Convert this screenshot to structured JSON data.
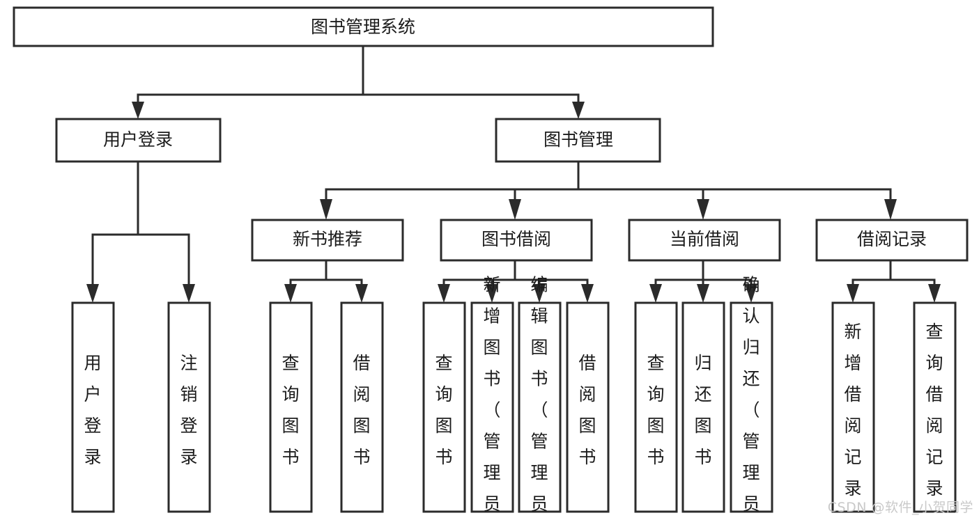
{
  "diagram": {
    "title_node": {
      "label": "图书管理系统"
    },
    "level2": [
      {
        "id": "user-login",
        "label": "用户登录"
      },
      {
        "id": "book-management",
        "label": "图书管理"
      }
    ],
    "level3": [
      {
        "id": "new-book-recommend",
        "label": "新书推荐"
      },
      {
        "id": "book-borrow",
        "label": "图书借阅"
      },
      {
        "id": "current-borrow",
        "label": "当前借阅"
      },
      {
        "id": "borrow-record",
        "label": "借阅记录"
      }
    ],
    "leaves": [
      {
        "id": "leaf-user-login",
        "label": "用户登录"
      },
      {
        "id": "leaf-logout-login",
        "label": "注销登录"
      },
      {
        "id": "leaf-query-book-1",
        "label": "查询图书"
      },
      {
        "id": "leaf-borrow-book-1",
        "label": "借阅图书"
      },
      {
        "id": "leaf-query-book-2",
        "label": "查询图书"
      },
      {
        "id": "leaf-add-book-admin",
        "label": "新增图书（管理员）"
      },
      {
        "id": "leaf-edit-book-admin",
        "label": "编辑图书（管理员）"
      },
      {
        "id": "leaf-borrow-book-2",
        "label": "借阅图书"
      },
      {
        "id": "leaf-query-book-3",
        "label": "查询图书"
      },
      {
        "id": "leaf-return-book",
        "label": "归还图书"
      },
      {
        "id": "leaf-confirm-return",
        "label": "确认归还（管理员）"
      },
      {
        "id": "leaf-add-borrow-record",
        "label": "新增借阅记录"
      },
      {
        "id": "leaf-query-borrow-record",
        "label": "查询借阅记录"
      }
    ]
  },
  "watermark": {
    "text": "CSDN @软件_小贺同学"
  },
  "colors": {
    "box_stroke": "#2b2b2b",
    "box_fill": "#ffffff",
    "text": "#1b1b1b",
    "watermark": "#c9c9c9",
    "background": "#ffffff"
  }
}
